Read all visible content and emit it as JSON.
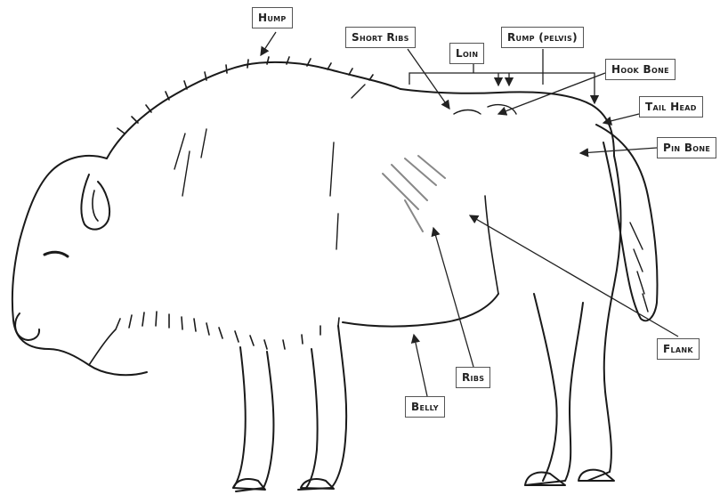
{
  "labels": {
    "hump": "Hump",
    "short_ribs": "Short Ribs",
    "loin": "Loin",
    "rump": "Rump (pelvis)",
    "hook_bone": "Hook Bone",
    "tail_head": "Tail Head",
    "pin_bone": "Pin Bone",
    "flank": "Flank",
    "ribs": "Ribs",
    "belly": "Belly"
  },
  "colors": {
    "outline": "#1a1a1a",
    "label_border": "#555555",
    "background": "#ffffff"
  }
}
